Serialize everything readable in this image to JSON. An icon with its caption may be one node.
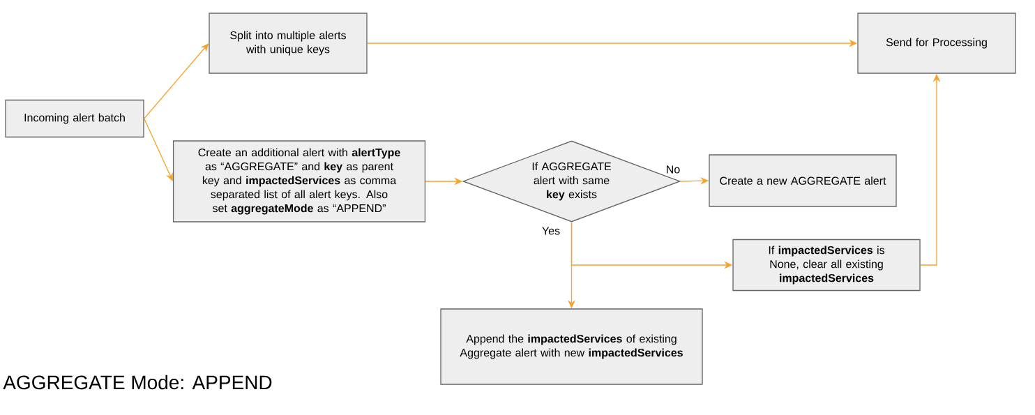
{
  "diagram": {
    "title": "AGGREGATE Mode: APPEND",
    "nodes": [
      {
        "text": [
          "Incoming alert batch"
        ]
      },
      {
        "text": [
          "Split into multiple alerts with unique keys"
        ]
      },
      {
        "text": [
          "Send for Processing"
        ]
      },
      {
        "text": [
          "Create an additional alert with **alertType** as “AGGREGATE” and **key** as parent key and **impactedServices** as comma separated list of all alert keys. Also set **aggregateMode** as “APPEND”"
        ]
      },
      {
        "text": [
          "If AGGREGATE alert with same **key** exists"
        ]
      },
      {
        "text": [
          "Create a new AGGREGATE alert"
        ]
      },
      {
        "text": [
          "If **impactedServices** is None, clear all existing **impactedServices**"
        ]
      },
      {
        "text": [
          "Append the **impactedServices** of existing Aggregate alert with new **impactedServices**"
        ]
      }
    ],
    "edges": [
      {
        "from": 0,
        "to": 1,
        "arrow": "to"
      },
      {
        "from": 0,
        "to": 3,
        "arrow": "to"
      },
      {
        "from": 1,
        "to": 2,
        "arrow": "to"
      },
      {
        "from": 3,
        "to": 4,
        "arrow": "to"
      },
      {
        "from": 4,
        "to": 5,
        "arrow": "to",
        "label": "No"
      },
      {
        "from": 4,
        "to": 7,
        "arrow": "to",
        "label": "Yes"
      },
      {
        "from": 4,
        "to": 6,
        "arrow": "to"
      },
      {
        "from": 6,
        "to": 2,
        "arrow": "to"
      }
    ]
  }
}
